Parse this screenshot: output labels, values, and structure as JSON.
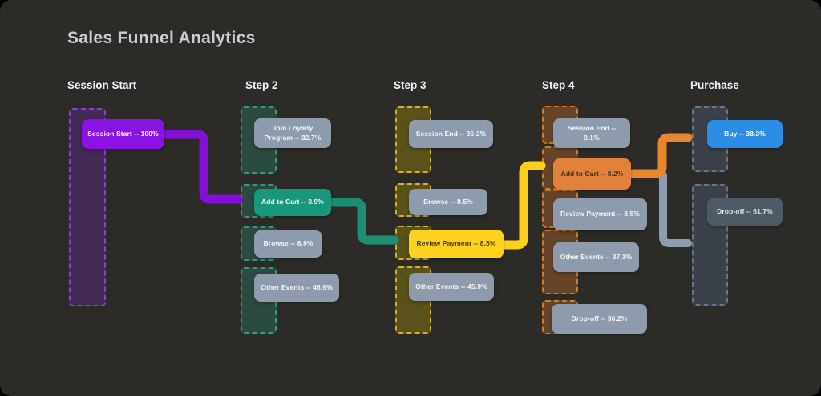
{
  "title": "Sales Funnel Analytics",
  "columns": [
    {
      "header": "Session Start",
      "nodes": [
        {
          "label": "Session Start -- 100%"
        }
      ]
    },
    {
      "header": "Step 2",
      "nodes": [
        {
          "label": "Join Loyalty Program -- 32.7%"
        },
        {
          "label": "Add to Cart -- 8.9%"
        },
        {
          "label": "Browse -- 8.9%"
        },
        {
          "label": "Other Events -- 48.9%"
        }
      ]
    },
    {
      "header": "Step 3",
      "nodes": [
        {
          "label": "Session End -- 36.2%"
        },
        {
          "label": "Browse -- 8.5%"
        },
        {
          "label": "Review Payment -- 8.5%"
        },
        {
          "label": "Other Events -- 45.9%"
        }
      ]
    },
    {
      "header": "Step 4",
      "nodes": [
        {
          "label": "Session End -- 9.1%"
        },
        {
          "label": "Add to Cart -- 8.2%"
        },
        {
          "label": "Review Payment -- 8.5%"
        },
        {
          "label": "Other Events -- 37.1%"
        },
        {
          "label": "Drop-off -- 36.2%"
        }
      ]
    },
    {
      "header": "Purchase",
      "nodes": [
        {
          "label": "Buy -- 38.3%"
        },
        {
          "label": "Drop-off -- 61.7%"
        }
      ]
    }
  ],
  "chart_data": {
    "type": "funnel",
    "title": "Sales Funnel Analytics",
    "steps": [
      {
        "name": "Session Start",
        "events": [
          {
            "label": "Session Start",
            "pct": 100,
            "highlighted": true
          }
        ]
      },
      {
        "name": "Step 2",
        "events": [
          {
            "label": "Join Loyalty Program",
            "pct": 32.7
          },
          {
            "label": "Add to Cart",
            "pct": 8.9,
            "highlighted": true
          },
          {
            "label": "Browse",
            "pct": 8.9
          },
          {
            "label": "Other Events",
            "pct": 48.9
          }
        ]
      },
      {
        "name": "Step 3",
        "events": [
          {
            "label": "Session End",
            "pct": 36.2
          },
          {
            "label": "Browse",
            "pct": 8.5
          },
          {
            "label": "Review Payment",
            "pct": 8.5,
            "highlighted": true
          },
          {
            "label": "Other Events",
            "pct": 45.9
          }
        ]
      },
      {
        "name": "Step 4",
        "events": [
          {
            "label": "Session End",
            "pct": 9.1
          },
          {
            "label": "Add to Cart",
            "pct": 8.2,
            "highlighted": true
          },
          {
            "label": "Review Payment",
            "pct": 8.5
          },
          {
            "label": "Other Events",
            "pct": 37.1
          },
          {
            "label": "Drop-off",
            "pct": 36.2
          }
        ]
      },
      {
        "name": "Purchase",
        "events": [
          {
            "label": "Buy",
            "pct": 38.3,
            "highlighted": true
          },
          {
            "label": "Drop-off",
            "pct": 61.7
          }
        ]
      }
    ],
    "highlighted_path": [
      "Session Start",
      "Add to Cart",
      "Review Payment",
      "Add to Cart",
      "Buy"
    ]
  },
  "colors": {
    "background": "#2d2b28",
    "purple": "#8a12e2",
    "teal": "#18977c",
    "yellow": "#fdd120",
    "orange": "#e2813b",
    "blue": "#2b8ee4",
    "slate_node": "#8d9bac",
    "drop_off_node": "#4e5a66",
    "drop_off_connector": "#8e9cab"
  }
}
